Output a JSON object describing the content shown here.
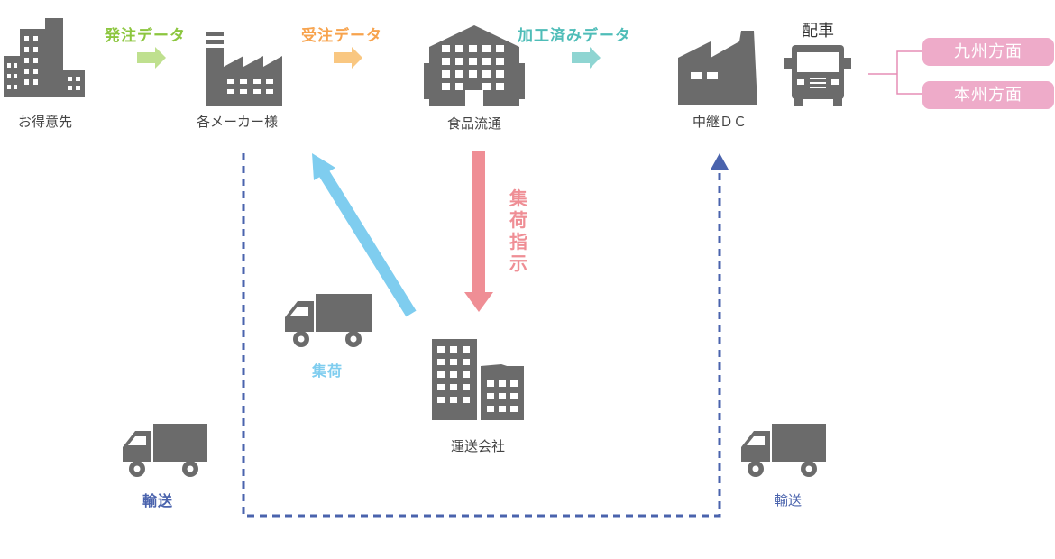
{
  "colors": {
    "icon": "#6b6b6b",
    "order_data": "#8cc63f",
    "received_data": "#f7a34d",
    "processed_data": "#4fbdb8",
    "collection_arrow": "#ef8e95",
    "pickup_arrow": "#7fcdef",
    "transport_line": "#4a63ad",
    "destination_pill": "#eeabc9"
  },
  "nodes": {
    "customer": "お得意先",
    "manufacturer": "各メーカー様",
    "food_distributor": "食品流通",
    "relay_dc": "中継ＤＣ",
    "carrier": "運送会社",
    "dispatch": "配車"
  },
  "flows": {
    "order_data": "発注データ",
    "received_data": "受注データ",
    "processed_data": "加工済みデータ",
    "collection_instruction": "集荷指示",
    "pickup": "集荷",
    "transport_left": "輸送",
    "transport_right": "輸送"
  },
  "destinations": [
    "九州方面",
    "本州方面"
  ]
}
